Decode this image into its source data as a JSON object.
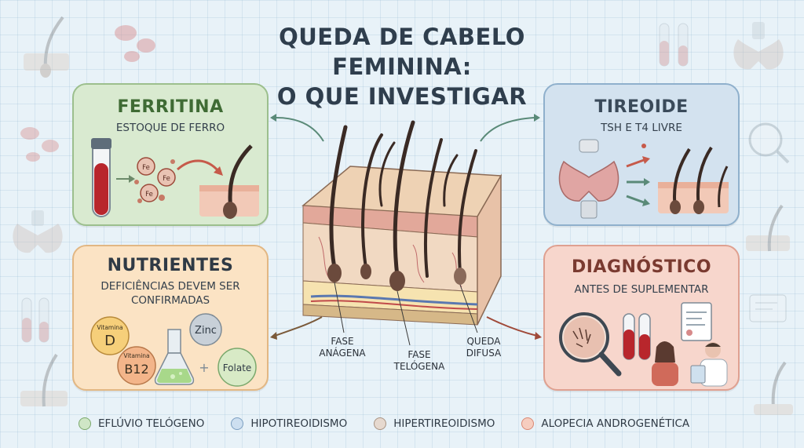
{
  "title": {
    "line1": "QUEDA DE CABELO FEMININA:",
    "line2": "O QUE INVESTIGAR"
  },
  "cards": {
    "ferritina": {
      "title": "FERRITINA",
      "subtitle": "ESTOQUE DE FERRO",
      "iron_labels": [
        "Fe",
        "Fe",
        "Fe"
      ]
    },
    "tireoide": {
      "title": "TIREOIDE",
      "subtitle": "TSH E T4 LIVRE"
    },
    "nutrientes": {
      "title": "NUTRIENTES",
      "subtitle_line1": "DEFICIÊNCIAS DEVEM SER",
      "subtitle_line2": "CONFIRMADAS",
      "vitamin_d": {
        "small": "Vitamina",
        "big": "D"
      },
      "vitamin_b12": {
        "small": "Vitamina",
        "big": "B12"
      },
      "zinc": "Zinc",
      "folate": "Folate",
      "plus": "+"
    },
    "diagnostico": {
      "title": "DIAGNÓSTICO",
      "subtitle": "ANTES DE SUPLEMENTAR"
    }
  },
  "phases": {
    "anagena": {
      "line1": "FASE",
      "line2": "ANÁGENA"
    },
    "telogena": {
      "line1": "FASE",
      "line2": "TELÓGENA"
    },
    "queda": {
      "line1": "QUEDA",
      "line2": "DIFUSA"
    }
  },
  "legend": [
    {
      "label": "EFLÚVIO TELÓGENO",
      "color": "#cfe6c6",
      "border": "#7aa86c"
    },
    {
      "label": "HIPOTIREOIDISMO",
      "color": "#cddff0",
      "border": "#7b9ec0"
    },
    {
      "label": "HIPERTIREOIDISMO",
      "color": "#e6d9cf",
      "border": "#a89382"
    },
    {
      "label": "ALOPECIA ANDROGENÉTICA",
      "color": "#f6cdbf",
      "border": "#d98874"
    }
  ],
  "colors": {
    "title": "#2f3e4d",
    "ferritina_title": "#3f6b34",
    "tireoide_title": "#3a4a5a",
    "nutrientes_title": "#2f3a45",
    "diagnostico_title": "#7a3a30"
  }
}
